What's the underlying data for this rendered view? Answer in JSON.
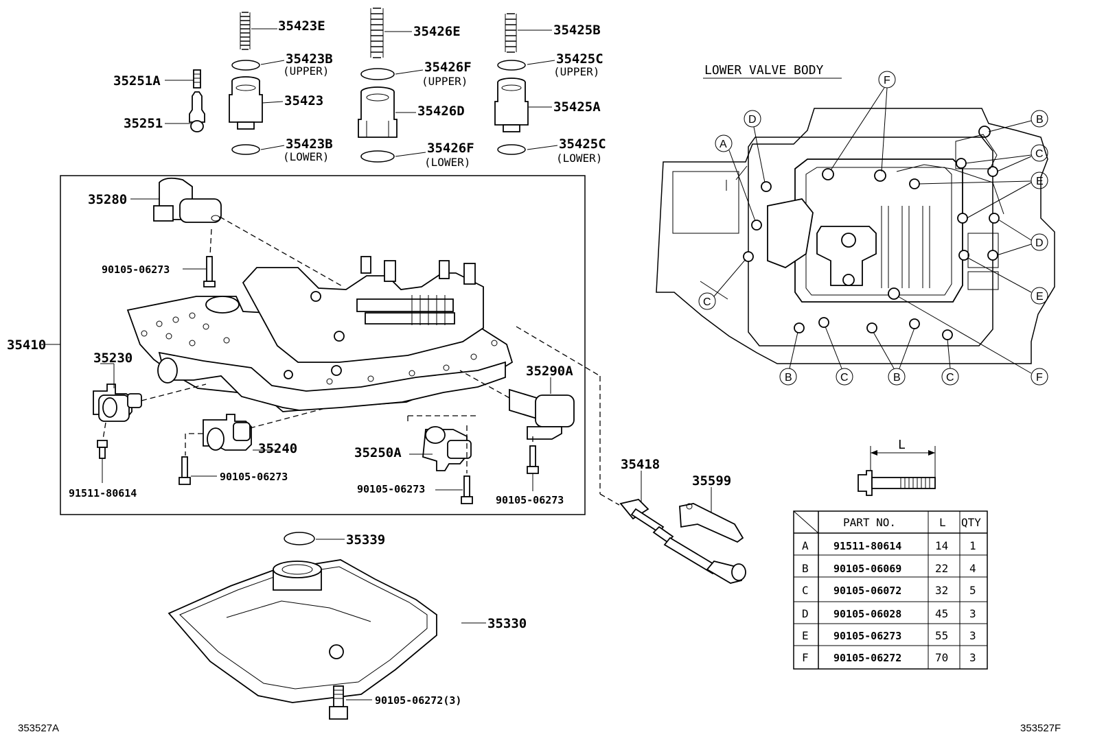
{
  "callouts": {
    "p35423E": "35423E",
    "p35423B_upper": "35423B",
    "p35423B_upper_note": "(UPPER)",
    "p35251A": "35251A",
    "p35423": "35423",
    "p35251": "35251",
    "p35423B_lower": "35423B",
    "p35423B_lower_note": "(LOWER)",
    "p35426E": "35426E",
    "p35426F_upper": "35426F",
    "p35426F_upper_note": "(UPPER)",
    "p35426D": "35426D",
    "p35426F_lower": "35426F",
    "p35426F_lower_note": "(LOWER)",
    "p35425B": "35425B",
    "p35425C_upper": "35425C",
    "p35425C_upper_note": "(UPPER)",
    "p35425A": "35425A",
    "p35425C_lower": "35425C",
    "p35425C_lower_note": "(LOWER)",
    "p35280": "35280",
    "b1": "90105-06273",
    "p35410": "35410",
    "p35230": "35230",
    "p35290A": "35290A",
    "p35240": "35240",
    "p35250A": "35250A",
    "b2": "90105-06273",
    "b3": "90105-06273",
    "b4": "90105-06273",
    "b5": "91511-80614",
    "p35418": "35418",
    "p35599": "35599",
    "p35339": "35339",
    "p35330": "35330",
    "b6": "90105-06272(3)"
  },
  "lower_valve_body": {
    "title": "LOWER VALVE BODY",
    "markers": [
      "A",
      "B",
      "C",
      "D",
      "E",
      "F"
    ]
  },
  "bolt_dim_label": "L",
  "bolt_table": {
    "headers": [
      "PART NO.",
      "L",
      "QTY"
    ],
    "rows": [
      {
        "key": "A",
        "part": "91511-80614",
        "l": "14",
        "qty": "1"
      },
      {
        "key": "B",
        "part": "90105-06069",
        "l": "22",
        "qty": "4"
      },
      {
        "key": "C",
        "part": "90105-06072",
        "l": "32",
        "qty": "5"
      },
      {
        "key": "D",
        "part": "90105-06028",
        "l": "45",
        "qty": "3"
      },
      {
        "key": "E",
        "part": "90105-06273",
        "l": "55",
        "qty": "3"
      },
      {
        "key": "F",
        "part": "90105-06272",
        "l": "70",
        "qty": "3"
      }
    ]
  },
  "footer": {
    "left_ref": "353527A",
    "right_ref": "353527F"
  }
}
